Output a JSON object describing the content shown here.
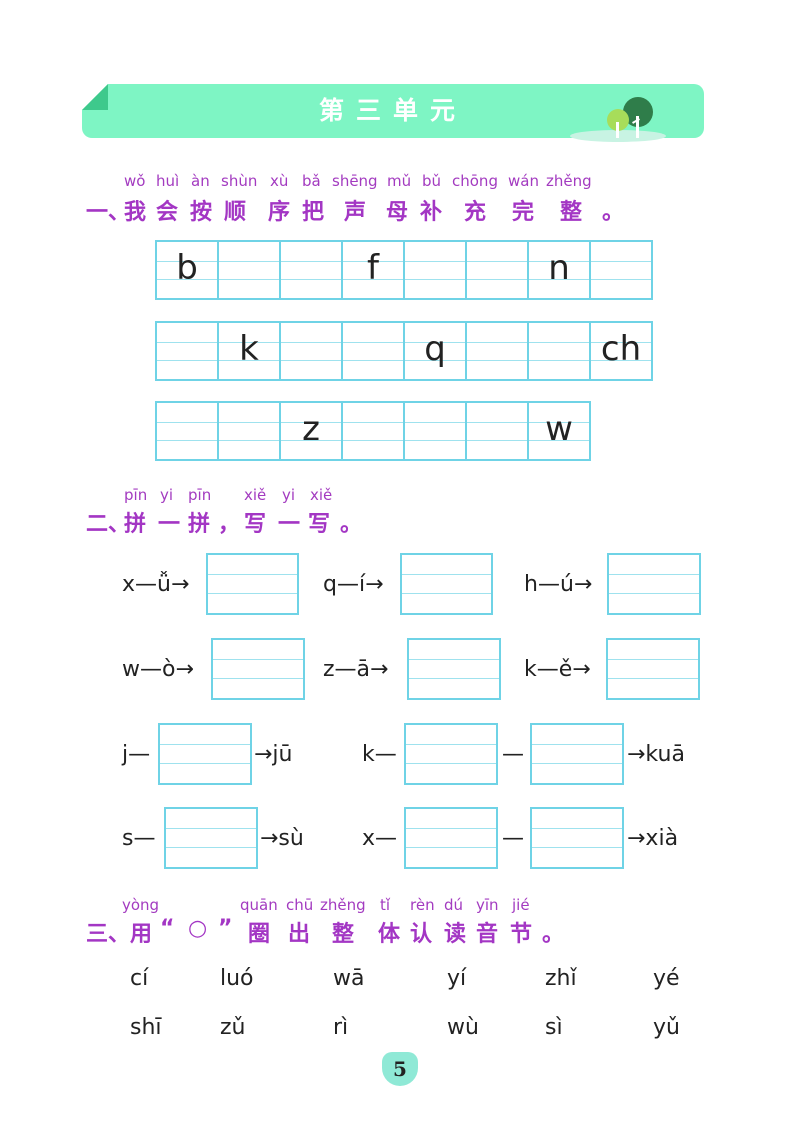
{
  "header": {
    "title": "第三单元"
  },
  "section1": {
    "pinyin": [
      "wǒ",
      "huì",
      "àn",
      "shùn",
      "xù",
      "bǎ",
      "shēng",
      "mǔ",
      "bǔ",
      "chōng",
      "wán",
      "zhěng"
    ],
    "heading_parts": [
      "一、",
      "我",
      "会",
      "按",
      "顺",
      "序",
      "把",
      "声",
      "母",
      "补",
      "充",
      "完",
      "整",
      "。"
    ],
    "rows": [
      [
        "b",
        "",
        "",
        "f",
        "",
        "",
        "n",
        ""
      ],
      [
        "",
        "k",
        "",
        "",
        "q",
        "",
        "",
        "ch"
      ],
      [
        "",
        "",
        "z",
        "",
        "",
        "",
        "w"
      ]
    ]
  },
  "section2": {
    "pinyin": [
      "pīn",
      "yi",
      "pīn",
      "xiě",
      "yi",
      "xiě"
    ],
    "heading_parts": [
      "二、",
      "拼",
      "一",
      "拼",
      "，",
      "写",
      "一",
      "写",
      "。"
    ],
    "items": [
      "x—ǚ→",
      "q—í→",
      "h—ú→",
      "w—ò→",
      "z—ā→",
      "k—ě→",
      "j—",
      "→jū",
      "k—",
      "—",
      "→kuā",
      "s—",
      "→sù",
      "x—",
      "—",
      "→xià"
    ]
  },
  "section3": {
    "pinyin": [
      "yòng",
      "quān",
      "chū",
      "zhěng",
      "tǐ",
      "rèn",
      "dú",
      "yīn",
      "jié"
    ],
    "heading_parts": [
      "三、",
      "用",
      "“",
      "○",
      "”",
      "圈",
      "出",
      "整",
      "体",
      "认",
      "读",
      "音",
      "节",
      "。"
    ],
    "syllables": [
      "cí",
      "luó",
      "wā",
      "yí",
      "zhǐ",
      "yé",
      "shī",
      "zǔ",
      "rì",
      "wù",
      "sì",
      "yǔ"
    ]
  },
  "footer": {
    "page_number": "5"
  }
}
